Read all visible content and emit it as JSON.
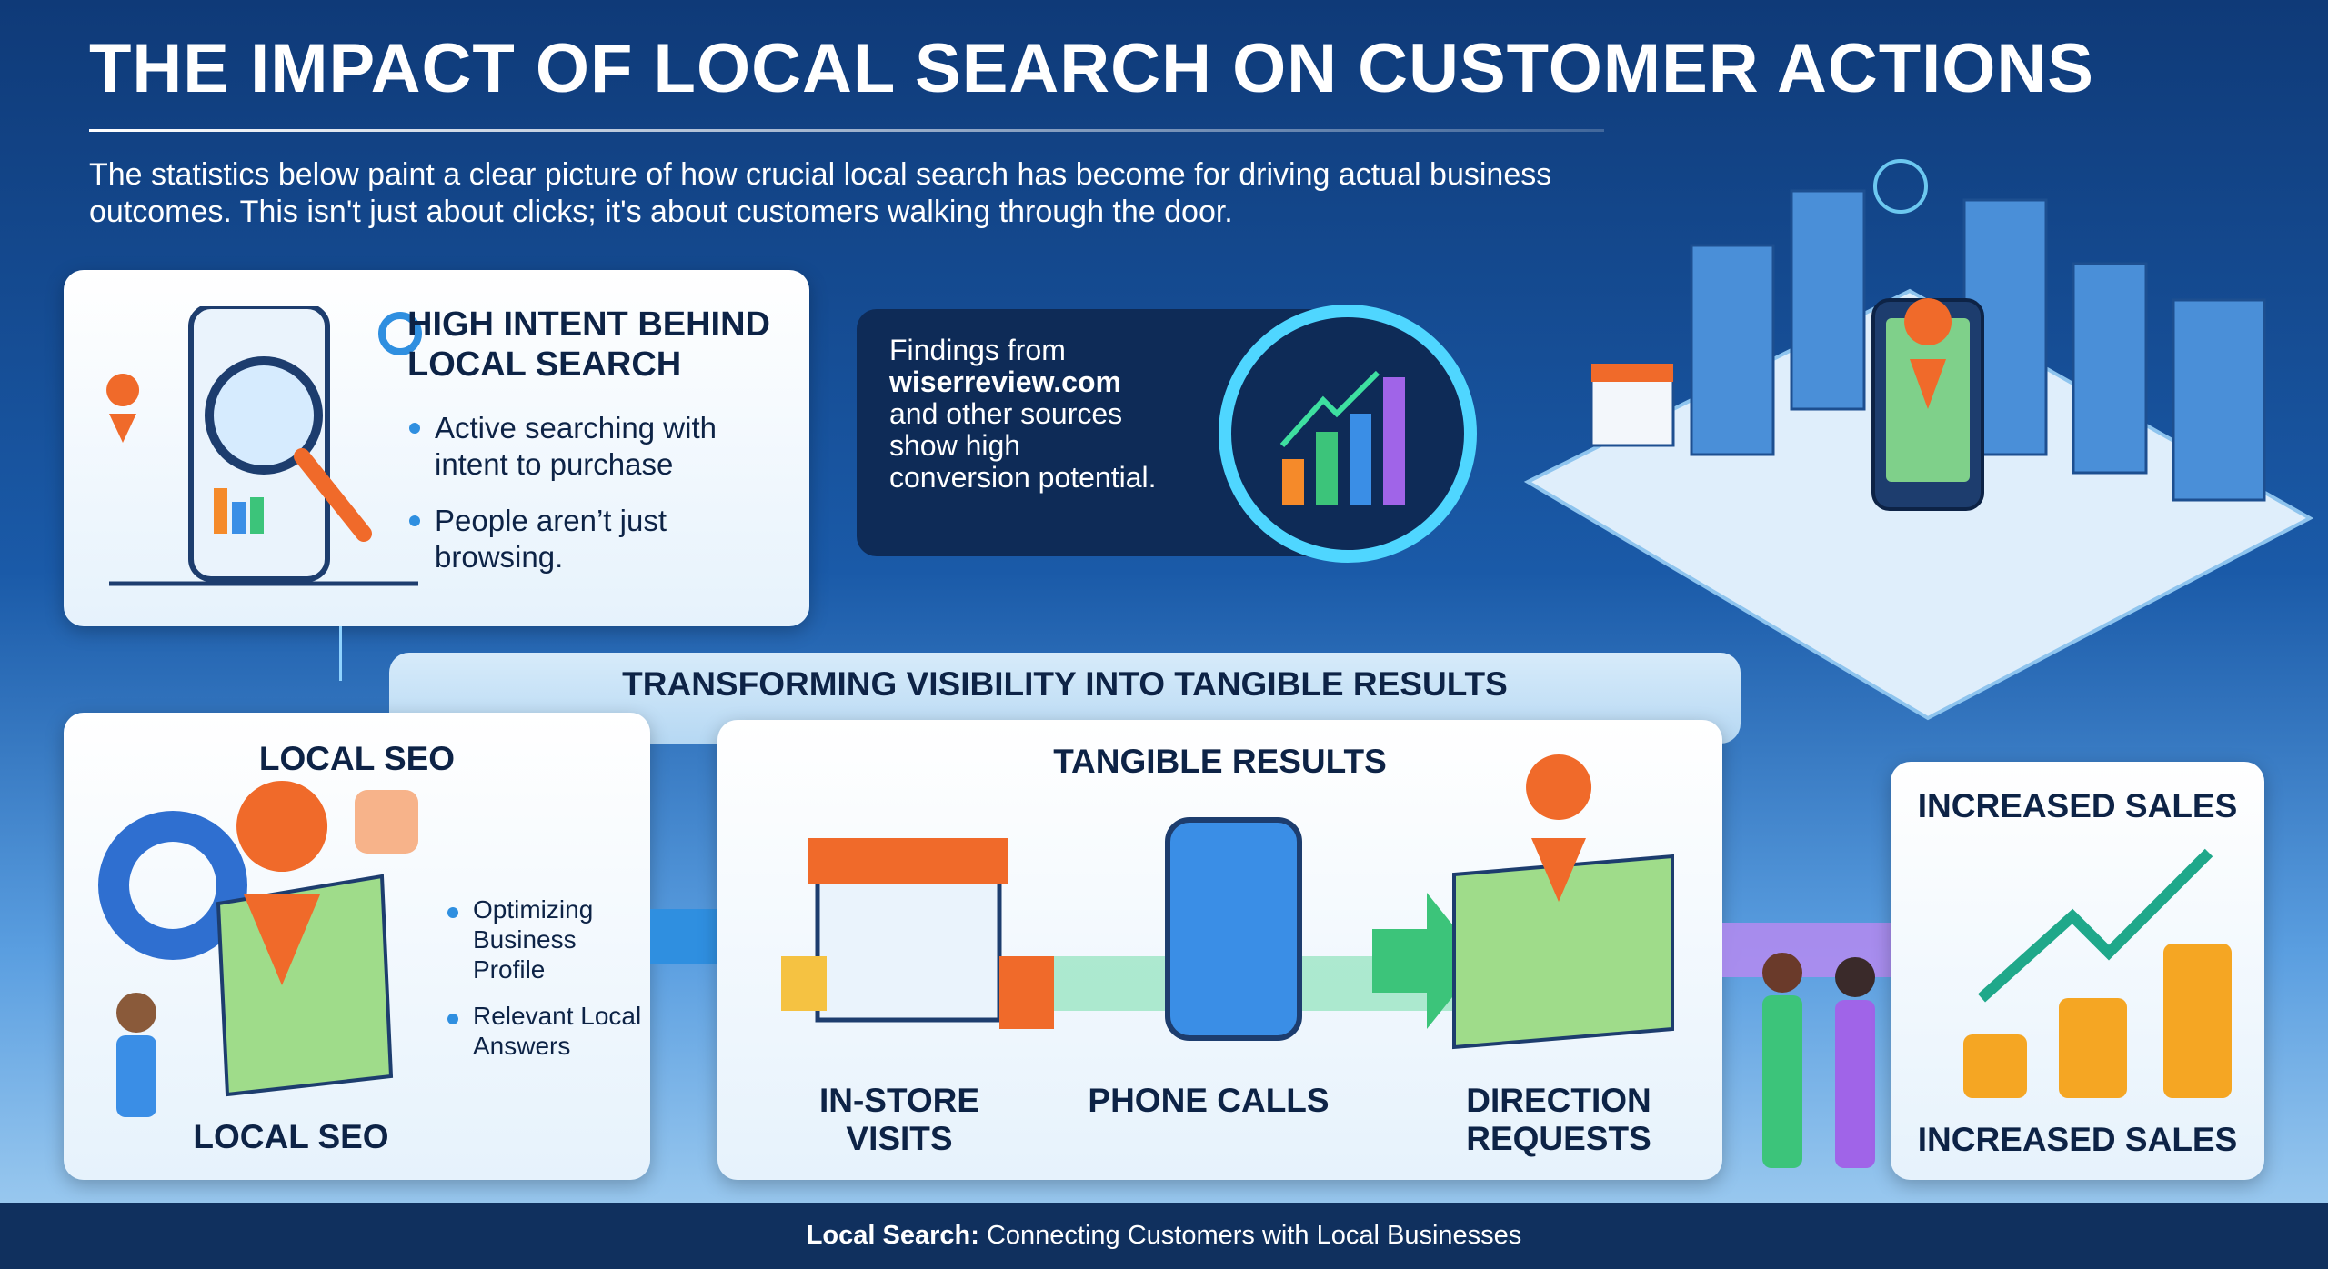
{
  "header": {
    "title": "THE IMPACT OF LOCAL SEARCH ON CUSTOMER ACTIONS",
    "intro": "The statistics below paint a clear picture of how crucial local search has become for driving actual business outcomes. This isn't just about clicks; it's about customers walking through the door."
  },
  "intent": {
    "heading_1": "HIGH INTENT BEHIND",
    "heading_2": "LOCAL SEARCH",
    "bullets": [
      "Active searching with intent to purchase",
      "People aren’t just browsing."
    ]
  },
  "findings": {
    "line1": "Findings from",
    "source": "wiserreview.com",
    "rest": "and other sources show high conversion potential."
  },
  "banner": {
    "title": "TRANSFORMING VISIBILITY INTO TANGIBLE RESULTS"
  },
  "seo": {
    "title": "LOCAL SEO",
    "bottom": "LOCAL SEO",
    "bullets": [
      "Optimizing Business Profile",
      "Relevant Local Answers"
    ]
  },
  "tangible": {
    "title": "TANGIBLE RESULTS",
    "items": [
      "IN-STORE VISITS",
      "PHONE CALLS",
      "DIRECTION REQUESTS"
    ]
  },
  "sales": {
    "title": "INCREASED SALES",
    "bottom": "INCREASED SALES"
  },
  "footer": {
    "bold": "Local Search:",
    "rest": " Connecting Customers with Local Businesses"
  },
  "colors": {
    "navy": "#0d2346",
    "accent": "#2f8fe0",
    "orange": "#f06a2a",
    "green": "#3cc47a",
    "purple": "#a064e8"
  }
}
